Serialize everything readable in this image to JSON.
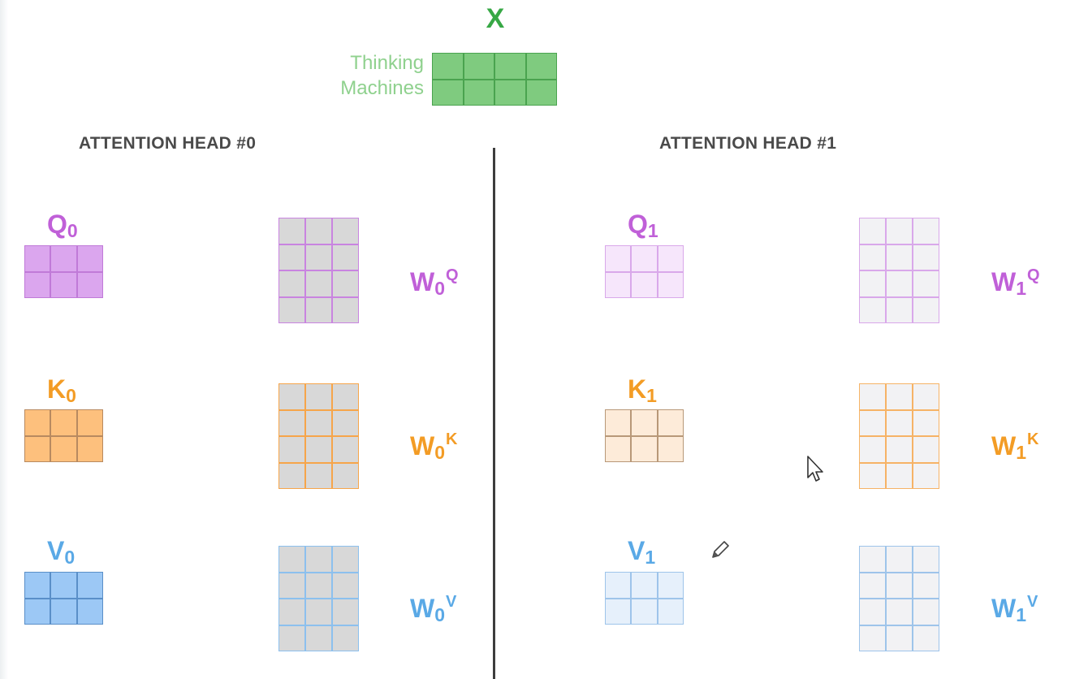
{
  "input": {
    "label": "X",
    "words": [
      "Thinking",
      "Machines"
    ],
    "label_color": "#37a845",
    "word_color": "#8fd18e",
    "fill": "#7fcb7f",
    "line": "#4aa34f"
  },
  "heads": [
    {
      "title": "ATTENTION HEAD #0",
      "rows": [
        {
          "key": "q",
          "out_base": "Q",
          "out_sub": "0",
          "w_base": "W",
          "w_sub": "0",
          "w_sup": "Q",
          "label_color": "#c060d8",
          "out_fill": "#dba6ee",
          "out_line": "#c07ad8",
          "w_fill": "#d8d8d8",
          "w_line": "#c984e0"
        },
        {
          "key": "k",
          "out_base": "K",
          "out_sub": "0",
          "w_base": "W",
          "w_sub": "0",
          "w_sup": "K",
          "label_color": "#f39c25",
          "out_fill": "#fdc07d",
          "out_line": "#b88a60",
          "w_fill": "#d8d8d8",
          "w_line": "#f6a54a"
        },
        {
          "key": "v",
          "out_base": "V",
          "out_sub": "0",
          "w_base": "W",
          "w_sub": "0",
          "w_sup": "V",
          "label_color": "#5aa9e6",
          "out_fill": "#9cc8f5",
          "out_line": "#5a8fc8",
          "w_fill": "#d8d8d8",
          "w_line": "#8cc0ee"
        }
      ]
    },
    {
      "title": "ATTENTION HEAD #1",
      "rows": [
        {
          "key": "q",
          "out_base": "Q",
          "out_sub": "1",
          "w_base": "W",
          "w_sub": "1",
          "w_sup": "Q",
          "label_color": "#c060d8",
          "out_fill": "#f6e6fb",
          "out_line": "#d9a8ea",
          "w_fill": "#f2f2f4",
          "w_line": "#d9a8ea"
        },
        {
          "key": "k",
          "out_base": "K",
          "out_sub": "1",
          "w_base": "W",
          "w_sub": "1",
          "w_sup": "K",
          "label_color": "#f39c25",
          "out_fill": "#fdebd9",
          "out_line": "#b89878",
          "w_fill": "#f2f2f4",
          "w_line": "#f6b366"
        },
        {
          "key": "v",
          "out_base": "V",
          "out_sub": "1",
          "w_base": "W",
          "w_sub": "1",
          "w_sup": "V",
          "label_color": "#5aa9e6",
          "out_fill": "#e6f0fb",
          "out_line": "#9ec4ea",
          "w_fill": "#f2f2f4",
          "w_line": "#9ec4ea"
        }
      ]
    }
  ],
  "icons": {
    "cursor": "mouse-cursor-icon",
    "pencil": "pencil-icon"
  }
}
